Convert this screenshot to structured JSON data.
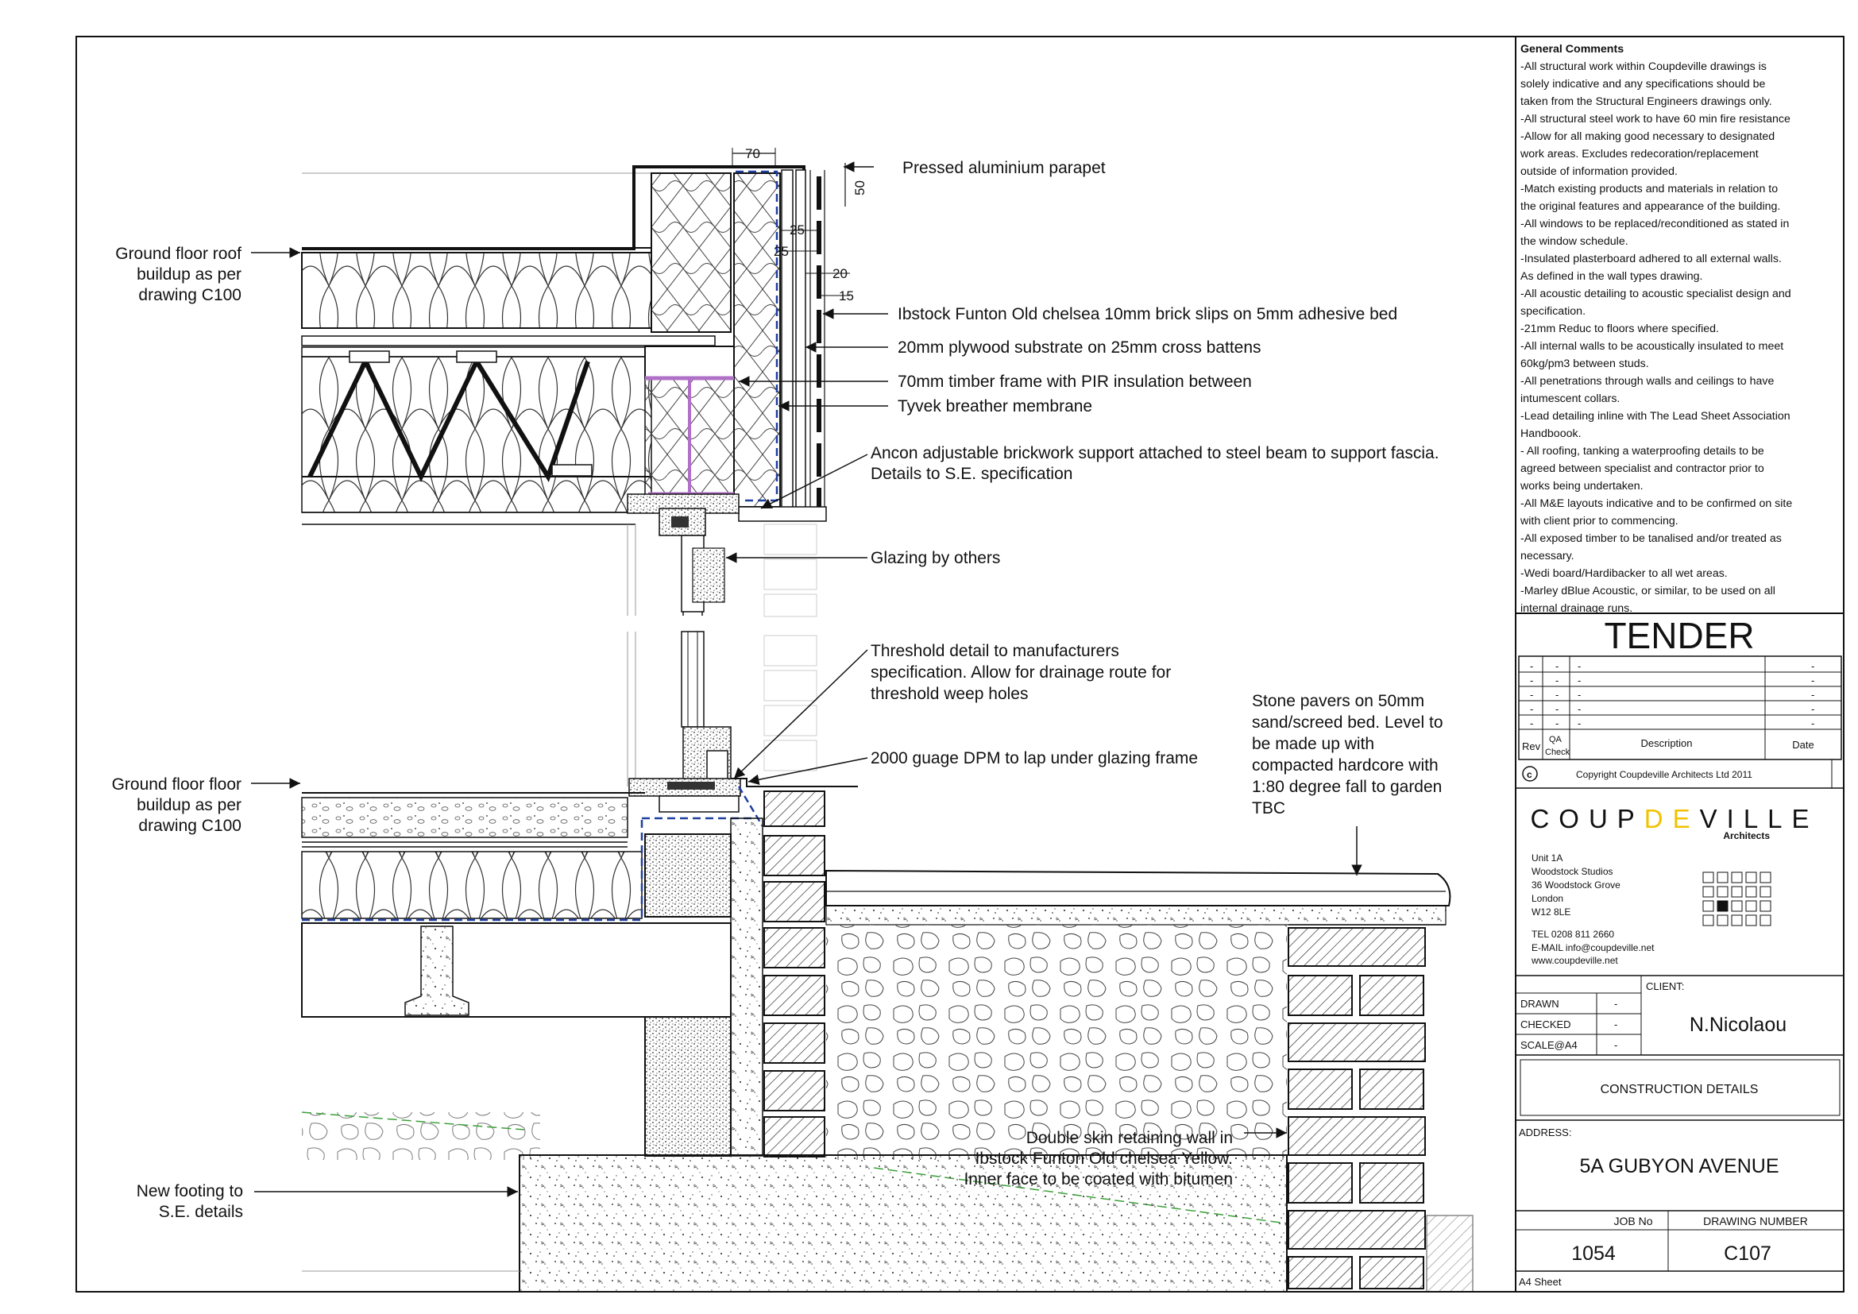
{
  "general_comments": {
    "title": "General Comments",
    "lines": [
      "-All structural work within Coupdeville drawings is",
      "solely indicative and any specifications should be",
      "taken from the Structural Engineers drawings only.",
      "-All structural steel work to have 60 min fire resistance",
      "-Allow for all making good necessary to designated",
      "work areas. Excludes redecoration/replacement",
      "outside of information provided.",
      "-Match existing products and materials in relation to",
      "the original features and appearance of the building.",
      "-All windows to be replaced/reconditioned as stated in",
      "the window schedule.",
      "-Insulated plasterboard adhered to all external walls.",
      "As defined in the wall types drawing.",
      "-All acoustic detailing to acoustic specialist design and",
      "specification.",
      "-21mm Reduc to floors where specified.",
      "-All internal walls to be acoustically insulated to meet",
      "60kg/pm3 between studs.",
      "-All penetrations through walls and ceilings to have",
      "intumescent collars.",
      "-Lead detailing inline with The Lead Sheet Association",
      "Handboook.",
      "- All roofing, tanking a waterproofing details to be",
      "agreed between specialist and contractor prior to",
      "works being undertaken.",
      "-All M&E layouts indicative and to be confirmed on site",
      "with client prior to commencing.",
      "-All exposed timber to be tanalised and/or treated as",
      "necessary.",
      "-Wedi board/Hardibacker to all wet areas.",
      "-Marley dBlue Acoustic, or similar, to be used on all",
      "internal drainage runs."
    ]
  },
  "status": "TENDER",
  "revision_table": {
    "placeholder": "-",
    "headers": {
      "rev": "Rev",
      "qa1": "QA",
      "qa2": "Check",
      "description": "Description",
      "date": "Date"
    }
  },
  "copyright": {
    "symbol": "©",
    "text": "Copyright Coupdeville Architects Ltd 2011"
  },
  "firm": {
    "logo_left": "COUP",
    "logo_mid": "DE",
    "logo_right": "VILLE",
    "logo_sub": "Architects",
    "address_lines": [
      "Unit 1A",
      "Woodstock Studios",
      "36 Woodstock Grove",
      "London",
      "W12 8LE"
    ],
    "tel": "TEL 0208 811 2660",
    "email": "E-MAIL info@coupdeville.net",
    "web": "www.coupdeville.net",
    "accent_color": "#f2c200"
  },
  "drawing_info": {
    "drawn_label": "DRAWN",
    "drawn_value": "-",
    "checked_label": "CHECKED",
    "checked_value": "-",
    "scale_label": "SCALE@A4",
    "scale_value": "-",
    "client_label": "CLIENT:",
    "client_name": "N.Nicolaou",
    "sheet_title": "CONSTRUCTION DETAILS",
    "address_label": "ADDRESS:",
    "address_value": "5A GUBYON AVENUE",
    "job_label": "JOB No",
    "job_value": "1054",
    "drawing_number_label": "DRAWING NUMBER",
    "drawing_number_value": "C107",
    "sheet_size": "A4 Sheet"
  },
  "annotations": {
    "parapet": "Pressed aluminium parapet",
    "roof_buildup": [
      "Ground floor roof",
      "buildup as per",
      "drawing C100"
    ],
    "brick_slips": "Ibstock Funton Old chelsea 10mm brick slips on 5mm adhesive bed",
    "plywood": "20mm plywood substrate on 25mm cross battens",
    "timber_frame": "70mm timber frame with PIR insulation between",
    "tyvek": "Tyvek breather membrane",
    "ancon": [
      "Ancon adjustable brickwork support attached to steel beam to support fascia.",
      "Details to S.E. specification"
    ],
    "glazing": "Glazing by others",
    "threshold": [
      "Threshold detail to manufacturers",
      "specification. Allow for drainage route for",
      "threshold weep holes"
    ],
    "dpm": "2000 guage DPM to lap under glazing frame",
    "floor_buildup": [
      "Ground floor floor",
      "buildup as per",
      "drawing C100"
    ],
    "pavers": [
      "Stone pavers on 50mm",
      "sand/screed bed. Level to",
      "be made up with",
      "compacted hardcore with",
      "1:80 degree fall to garden",
      "TBC"
    ],
    "retaining_wall": [
      "Double skin retaining wall in",
      "Ibstock Funton Old chelsea Yellow.",
      "Inner face to be coated with bitumen"
    ],
    "footing": [
      "New footing to",
      "S.E. details"
    ]
  },
  "dimensions": {
    "d70": "70",
    "d50": "50",
    "d25a": "25",
    "d25b": "25",
    "d20": "20",
    "d15": "15"
  }
}
